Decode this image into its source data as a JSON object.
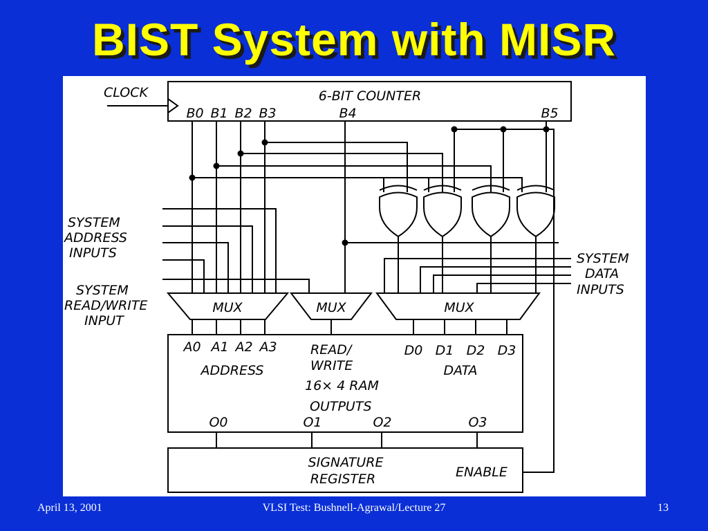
{
  "slide": {
    "title": "BIST System with MISR",
    "footer_date": "April 13, 2001",
    "footer_course": "VLSI Test: Bushnell-Agrawal/Lecture 27",
    "page_number": "13"
  },
  "diagram": {
    "clock": "CLOCK",
    "counter": {
      "title": "6-BIT COUNTER",
      "bits": [
        "B0",
        "B1",
        "B2",
        "B3",
        "B4",
        "B5"
      ]
    },
    "system_address_inputs": [
      "SYSTEM",
      "ADDRESS",
      "INPUTS"
    ],
    "system_rw_input": [
      "SYSTEM",
      "READ/WRITE",
      "INPUT"
    ],
    "system_data_inputs": [
      "SYSTEM",
      "DATA",
      "INPUTS"
    ],
    "mux_label": "MUX",
    "ram": {
      "address_pins": [
        "A0",
        "A1",
        "A2",
        "A3"
      ],
      "address_label": "ADDRESS",
      "rw_label": [
        "READ/",
        "WRITE"
      ],
      "data_pins": [
        "D0",
        "D1",
        "D2",
        "D3"
      ],
      "data_label": "DATA",
      "size_label": "16× 4 RAM",
      "outputs_label": "OUTPUTS",
      "output_pins": [
        "O0",
        "O1",
        "O2",
        "O3"
      ]
    },
    "signature_register": [
      "SIGNATURE",
      "REGISTER"
    ],
    "enable": "ENABLE"
  }
}
